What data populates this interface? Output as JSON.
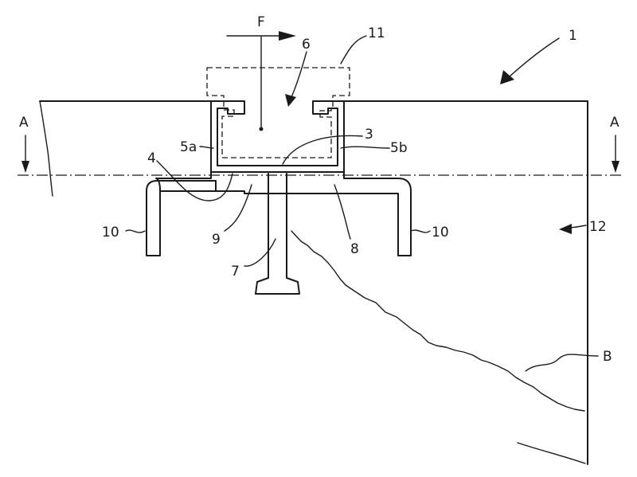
{
  "labels": {
    "force": "F",
    "assembly": "1",
    "ref_3": "3",
    "ref_4": "4",
    "wall_left": "5a",
    "wall_right": "5b",
    "ref_6": "6",
    "ref_7": "7",
    "ref_8": "8",
    "ref_9": "9",
    "ref_10_left": "10",
    "ref_10_right": "10",
    "ref_11": "11",
    "ref_12": "12",
    "section_left": "A",
    "section_right": "A",
    "ref_B": "B"
  }
}
